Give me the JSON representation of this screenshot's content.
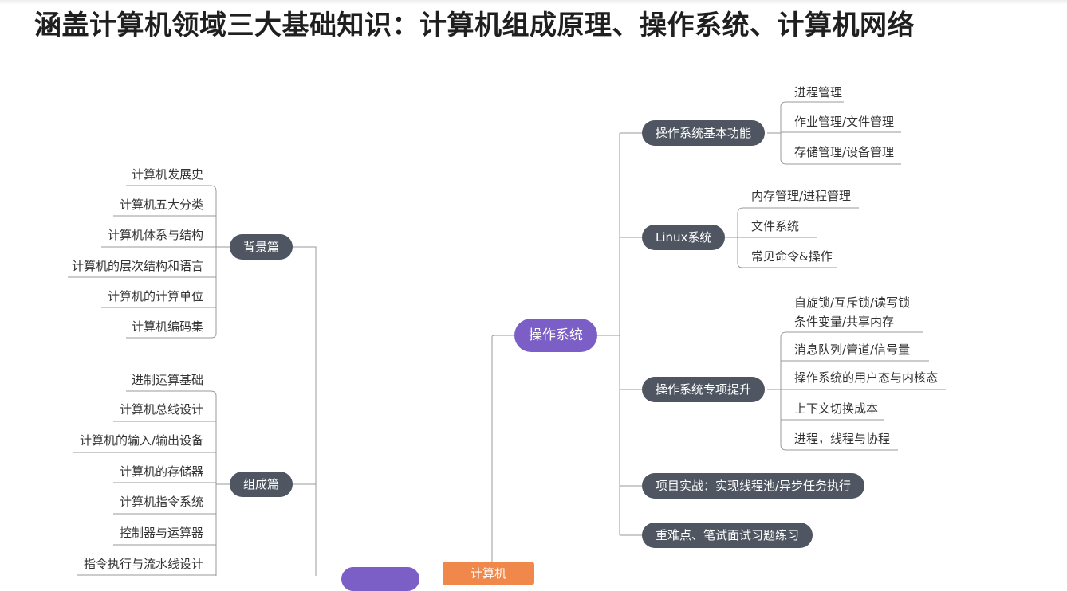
{
  "title": "涵盖计算机领域三大基础知识：计算机组成原理、操作系统、计算机网络",
  "colors": {
    "dark_node": "#4f5661",
    "purple_node": "#7b5fc7",
    "orange_node": "#f0874b",
    "line": "#999999"
  },
  "mindmap": {
    "root": {
      "label": "计算机"
    },
    "os": {
      "label": "操作系统",
      "children": [
        {
          "label": "操作系统基本功能",
          "leaves": [
            "进程管理",
            "作业管理/文件管理",
            "存储管理/设备管理"
          ]
        },
        {
          "label": "Linux系统",
          "leaves": [
            "内存管理/进程管理",
            "文件系统",
            "常见命令&操作"
          ]
        },
        {
          "label": "操作系统专项提升",
          "leaves": [
            "自旋锁/互斥锁/读写锁\n条件变量/共享内存",
            "消息队列/管道/信号量",
            "操作系统的用户态与内核态",
            "上下文切换成本",
            "进程，线程与协程"
          ]
        },
        {
          "label": "项目实战：实现线程池/异步任务执行",
          "leaves": []
        },
        {
          "label": "重难点、笔试面试习题练习",
          "leaves": []
        }
      ]
    },
    "background": {
      "label": "背景篇",
      "leaves": [
        "计算机发展史",
        "计算机五大分类",
        "计算机体系与结构",
        "计算机的层次结构和语言",
        "计算机的计算单位",
        "计算机编码集"
      ]
    },
    "composition": {
      "label": "组成篇",
      "leaves": [
        "进制运算基础",
        "计算机总线设计",
        "计算机的输入/输出设备",
        "计算机的存储器",
        "计算机指令系统",
        "控制器与运算器",
        "指令执行与流水线设计"
      ]
    }
  }
}
